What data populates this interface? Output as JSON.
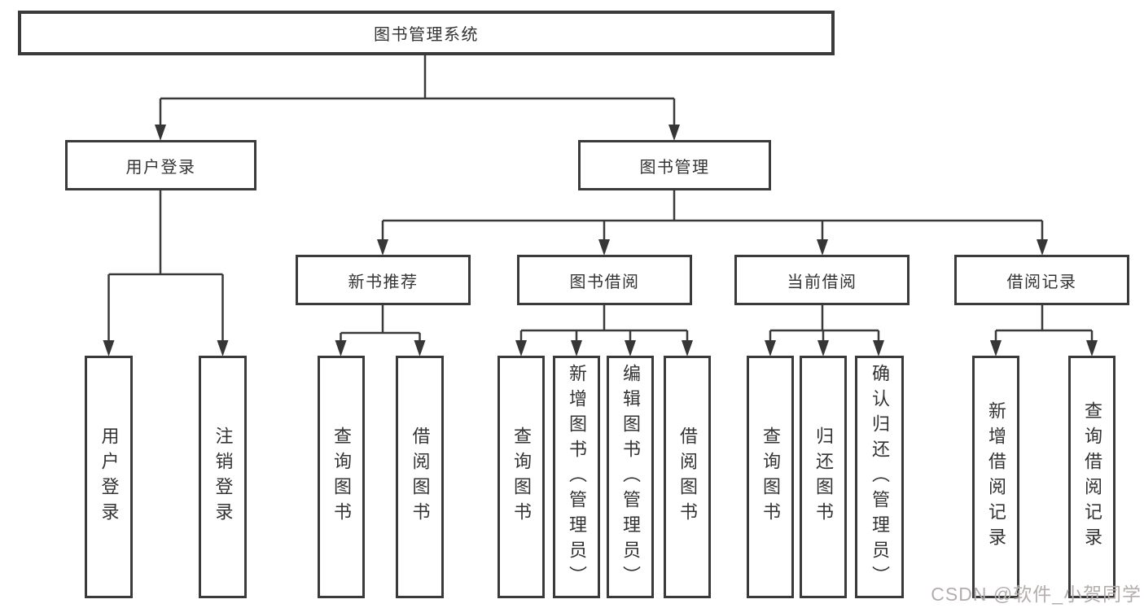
{
  "colors": {
    "line": "#3a3a3a",
    "box_border": "#3a3a3a",
    "text": "#333333",
    "watermark": "#b3adad",
    "background": "#ffffff"
  },
  "watermark": {
    "text": "CSDN @软件_小贺同学"
  },
  "tree": {
    "root": {
      "label": "图书管理系统"
    },
    "children": [
      {
        "label": "用户登录",
        "children": [
          {
            "label": "用户登录"
          },
          {
            "label": "注销登录"
          }
        ]
      },
      {
        "label": "图书管理",
        "children": [
          {
            "label": "新书推荐",
            "children": [
              {
                "label": "查询图书"
              },
              {
                "label": "借阅图书"
              }
            ]
          },
          {
            "label": "图书借阅",
            "children": [
              {
                "label": "查询图书"
              },
              {
                "label": "新增图书（管理员）"
              },
              {
                "label": "编辑图书（管理员）"
              },
              {
                "label": "借阅图书"
              }
            ]
          },
          {
            "label": "当前借阅",
            "children": [
              {
                "label": "查询图书"
              },
              {
                "label": "归还图书"
              },
              {
                "label": "确认归还（管理员）"
              }
            ]
          },
          {
            "label": "借阅记录",
            "children": [
              {
                "label": "新增借阅记录"
              },
              {
                "label": "查询借阅记录"
              }
            ]
          }
        ]
      }
    ]
  }
}
